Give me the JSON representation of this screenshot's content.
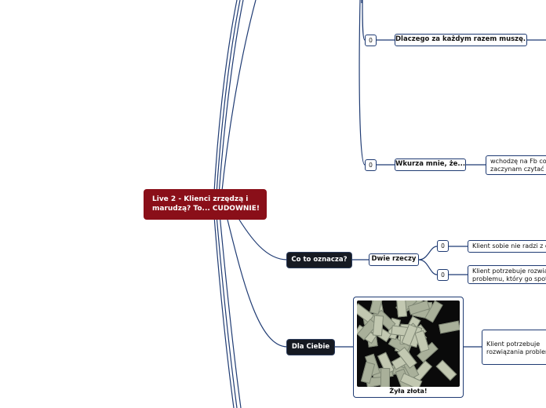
{
  "root": {
    "label": "Live 2 - Klienci zrzędzą i marudzą? To... CUDOWNIE!"
  },
  "branches": [
    {
      "label": "Co to oznacza?",
      "children": [
        {
          "label": "Dwie rzeczy",
          "children": [
            {
              "number": "0",
              "text": "Klient sobie nie radzi z c"
            },
            {
              "number": "0",
              "text_lines": [
                "Klient potrzebuje rozwią",
                "problemu, który go spot"
              ]
            }
          ]
        }
      ]
    },
    {
      "label": "Dla Ciebie",
      "image_card": {
        "image": "money-bills-image",
        "caption": "Żyła złota!",
        "child_lines": [
          "Klient potrzebuje",
          "rozwiązania problem"
        ]
      }
    }
  ],
  "upper_items": [
    {
      "number": "0",
      "label": "Dlaczego za każdym razem muszę..."
    },
    {
      "number": "0",
      "label": "Wkurza mnie, że...",
      "child_lines": [
        "wchodzę na Fb cos",
        "zaczynam czytać w"
      ]
    }
  ],
  "colors": {
    "root": "#8a0f19",
    "dark_node": "#161a22",
    "line": "#1f3b73"
  }
}
